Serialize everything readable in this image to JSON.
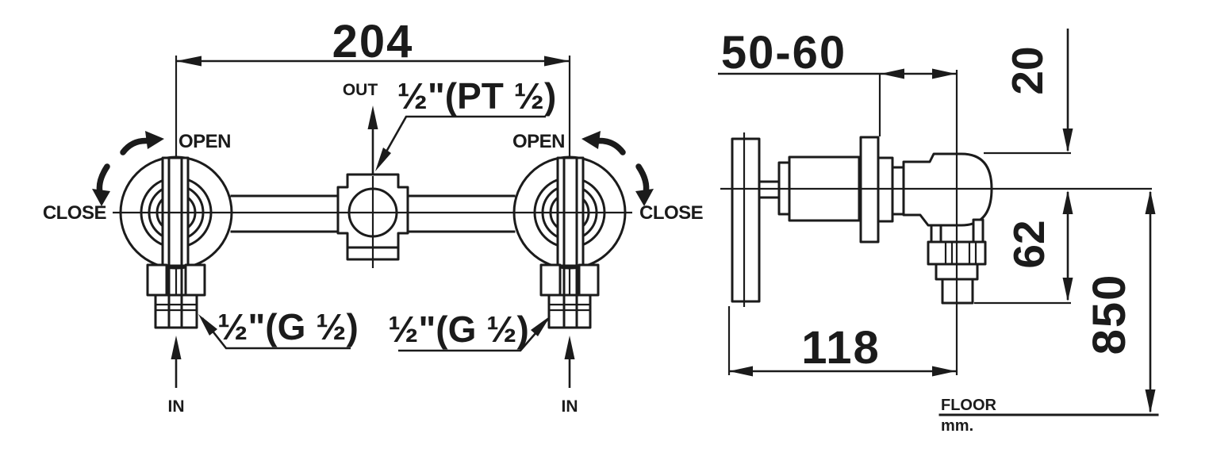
{
  "drawing": {
    "title": "faucet-installation-dimension-drawing",
    "front": {
      "width_dim": "204",
      "out_label": "OUT",
      "outlet_thread": "½\"(PT ½)",
      "open_label": "OPEN",
      "close_label": "CLOSE",
      "inlet_thread": "½\"(G ½)",
      "in_label": "IN"
    },
    "side": {
      "wall_distance_dim": "50-60",
      "top_offset_dim": "20",
      "outlet_drop_dim": "62",
      "floor_height_dim": "850",
      "depth_dim": "118",
      "floor_label": "FLOOR",
      "units_label": "mm."
    },
    "colors": {
      "line": "#1b1b1b",
      "background": "#ffffff"
    }
  }
}
